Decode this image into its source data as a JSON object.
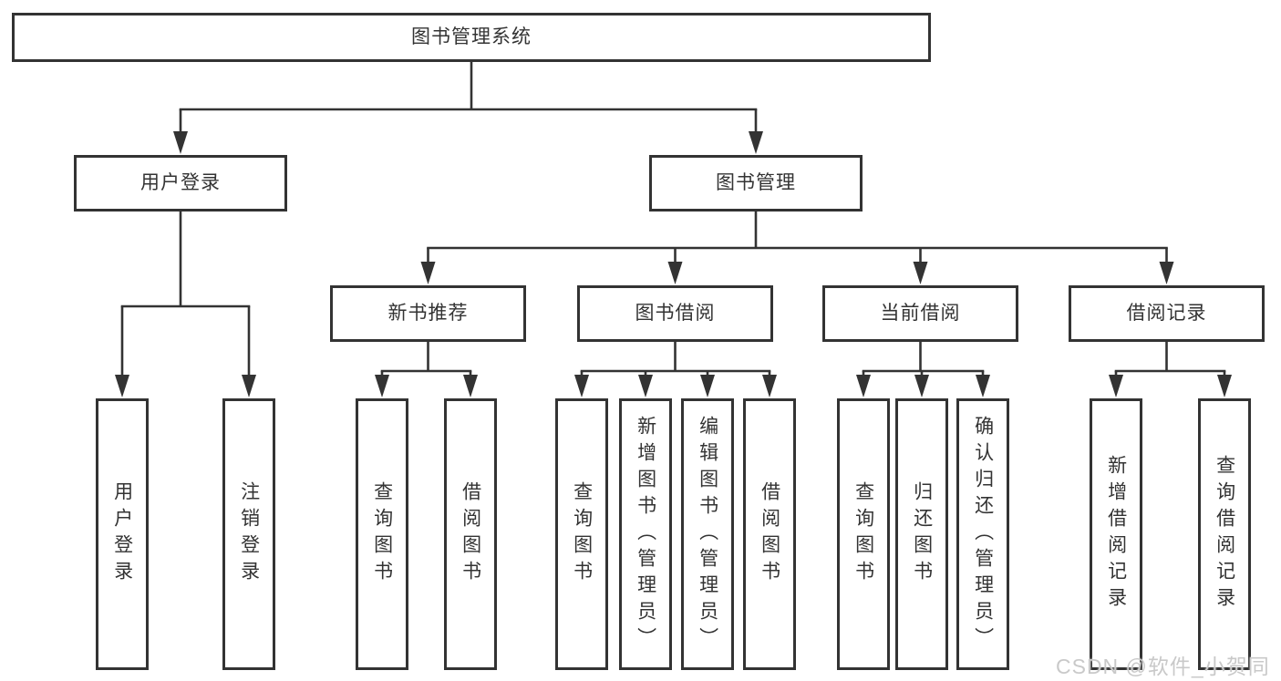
{
  "diagram": {
    "root": "图书管理系统",
    "branches": [
      {
        "label": "用户登录",
        "leaves": [
          "用户登录",
          "注销登录"
        ]
      },
      {
        "label": "图书管理",
        "groups": [
          {
            "label": "新书推荐",
            "leaves": [
              "查询图书",
              "借阅图书"
            ]
          },
          {
            "label": "图书借阅",
            "leaves": [
              "查询图书",
              "新增图书（管理员）",
              "编辑图书（管理员）",
              "借阅图书"
            ]
          },
          {
            "label": "当前借阅",
            "leaves": [
              "查询图书",
              "归还图书",
              "确认归还（管理员）"
            ]
          },
          {
            "label": "借阅记录",
            "leaves": [
              "新增借阅记录",
              "查询借阅记录"
            ]
          }
        ]
      }
    ]
  },
  "watermark": {
    "text": "CSDN @软件_小贺同学"
  },
  "colors": {
    "line": "#333333",
    "box_border": "#333333",
    "box_background": "#ffffff",
    "text": "#333333",
    "watermark": "#c9c9c9"
  }
}
